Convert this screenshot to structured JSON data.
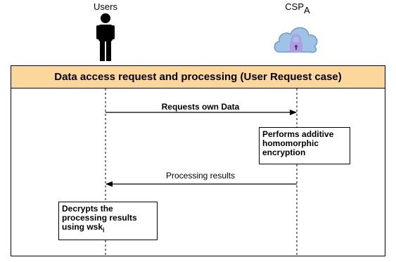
{
  "actors": {
    "users": "Users",
    "csp": "CSP",
    "csp_sub": "A"
  },
  "frame": {
    "title": "Data access request and processing (User Request case)"
  },
  "messages": {
    "request": "Requests own Data",
    "results": "Processing results"
  },
  "notes": {
    "encrypt": "Performs additive homomorphic encryption",
    "decrypt": "Decrypts the processing results using wsk",
    "decrypt_sub": "i"
  },
  "colors": {
    "header_fill": "#fbd79b",
    "cloud_fill": "#9ec3e6",
    "lock": "#b49ae0"
  },
  "icons": {
    "user": "person-icon",
    "cloud": "cloud-lock-icon"
  }
}
